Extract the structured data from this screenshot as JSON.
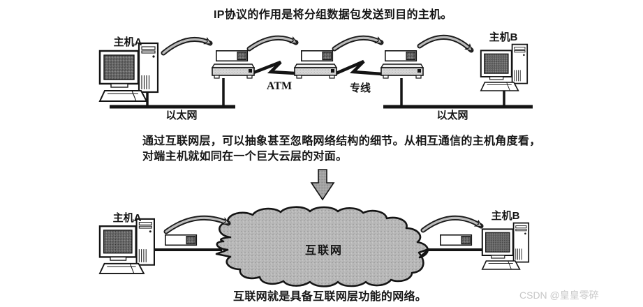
{
  "figure": {
    "title": "IP协议的作用是将分组数据包发送到目的主机。",
    "middle_paragraph_line1": "通过互联网层，可以抽象甚至忽略网络结构的细节。从相互通信的主机角度看，",
    "middle_paragraph_line2": "对端主机就如同在一个巨大云层的对面。",
    "bottom_caption": "互联网就是具备互联网层功能的网络。"
  },
  "top_diagram": {
    "host_a_label": "主机A",
    "host_b_label": "主机B",
    "atm_label": "ATM",
    "leased_line_label": "专线",
    "ethernet_left_label": "以太网",
    "ethernet_right_label": "以太网"
  },
  "bottom_diagram": {
    "host_a_label": "主机A",
    "host_b_label": "主机B",
    "cloud_label": "互联网"
  },
  "watermark": {
    "text": "CSDN @皇皇零碎",
    "color": "#c7c7c7"
  },
  "colors": {
    "ink": "#141414",
    "cloud_fill": "#b9b9b9",
    "screen_fill": "#6a6a6a",
    "arrow_fill": "#bcbcbc",
    "background": "#ffffff"
  }
}
